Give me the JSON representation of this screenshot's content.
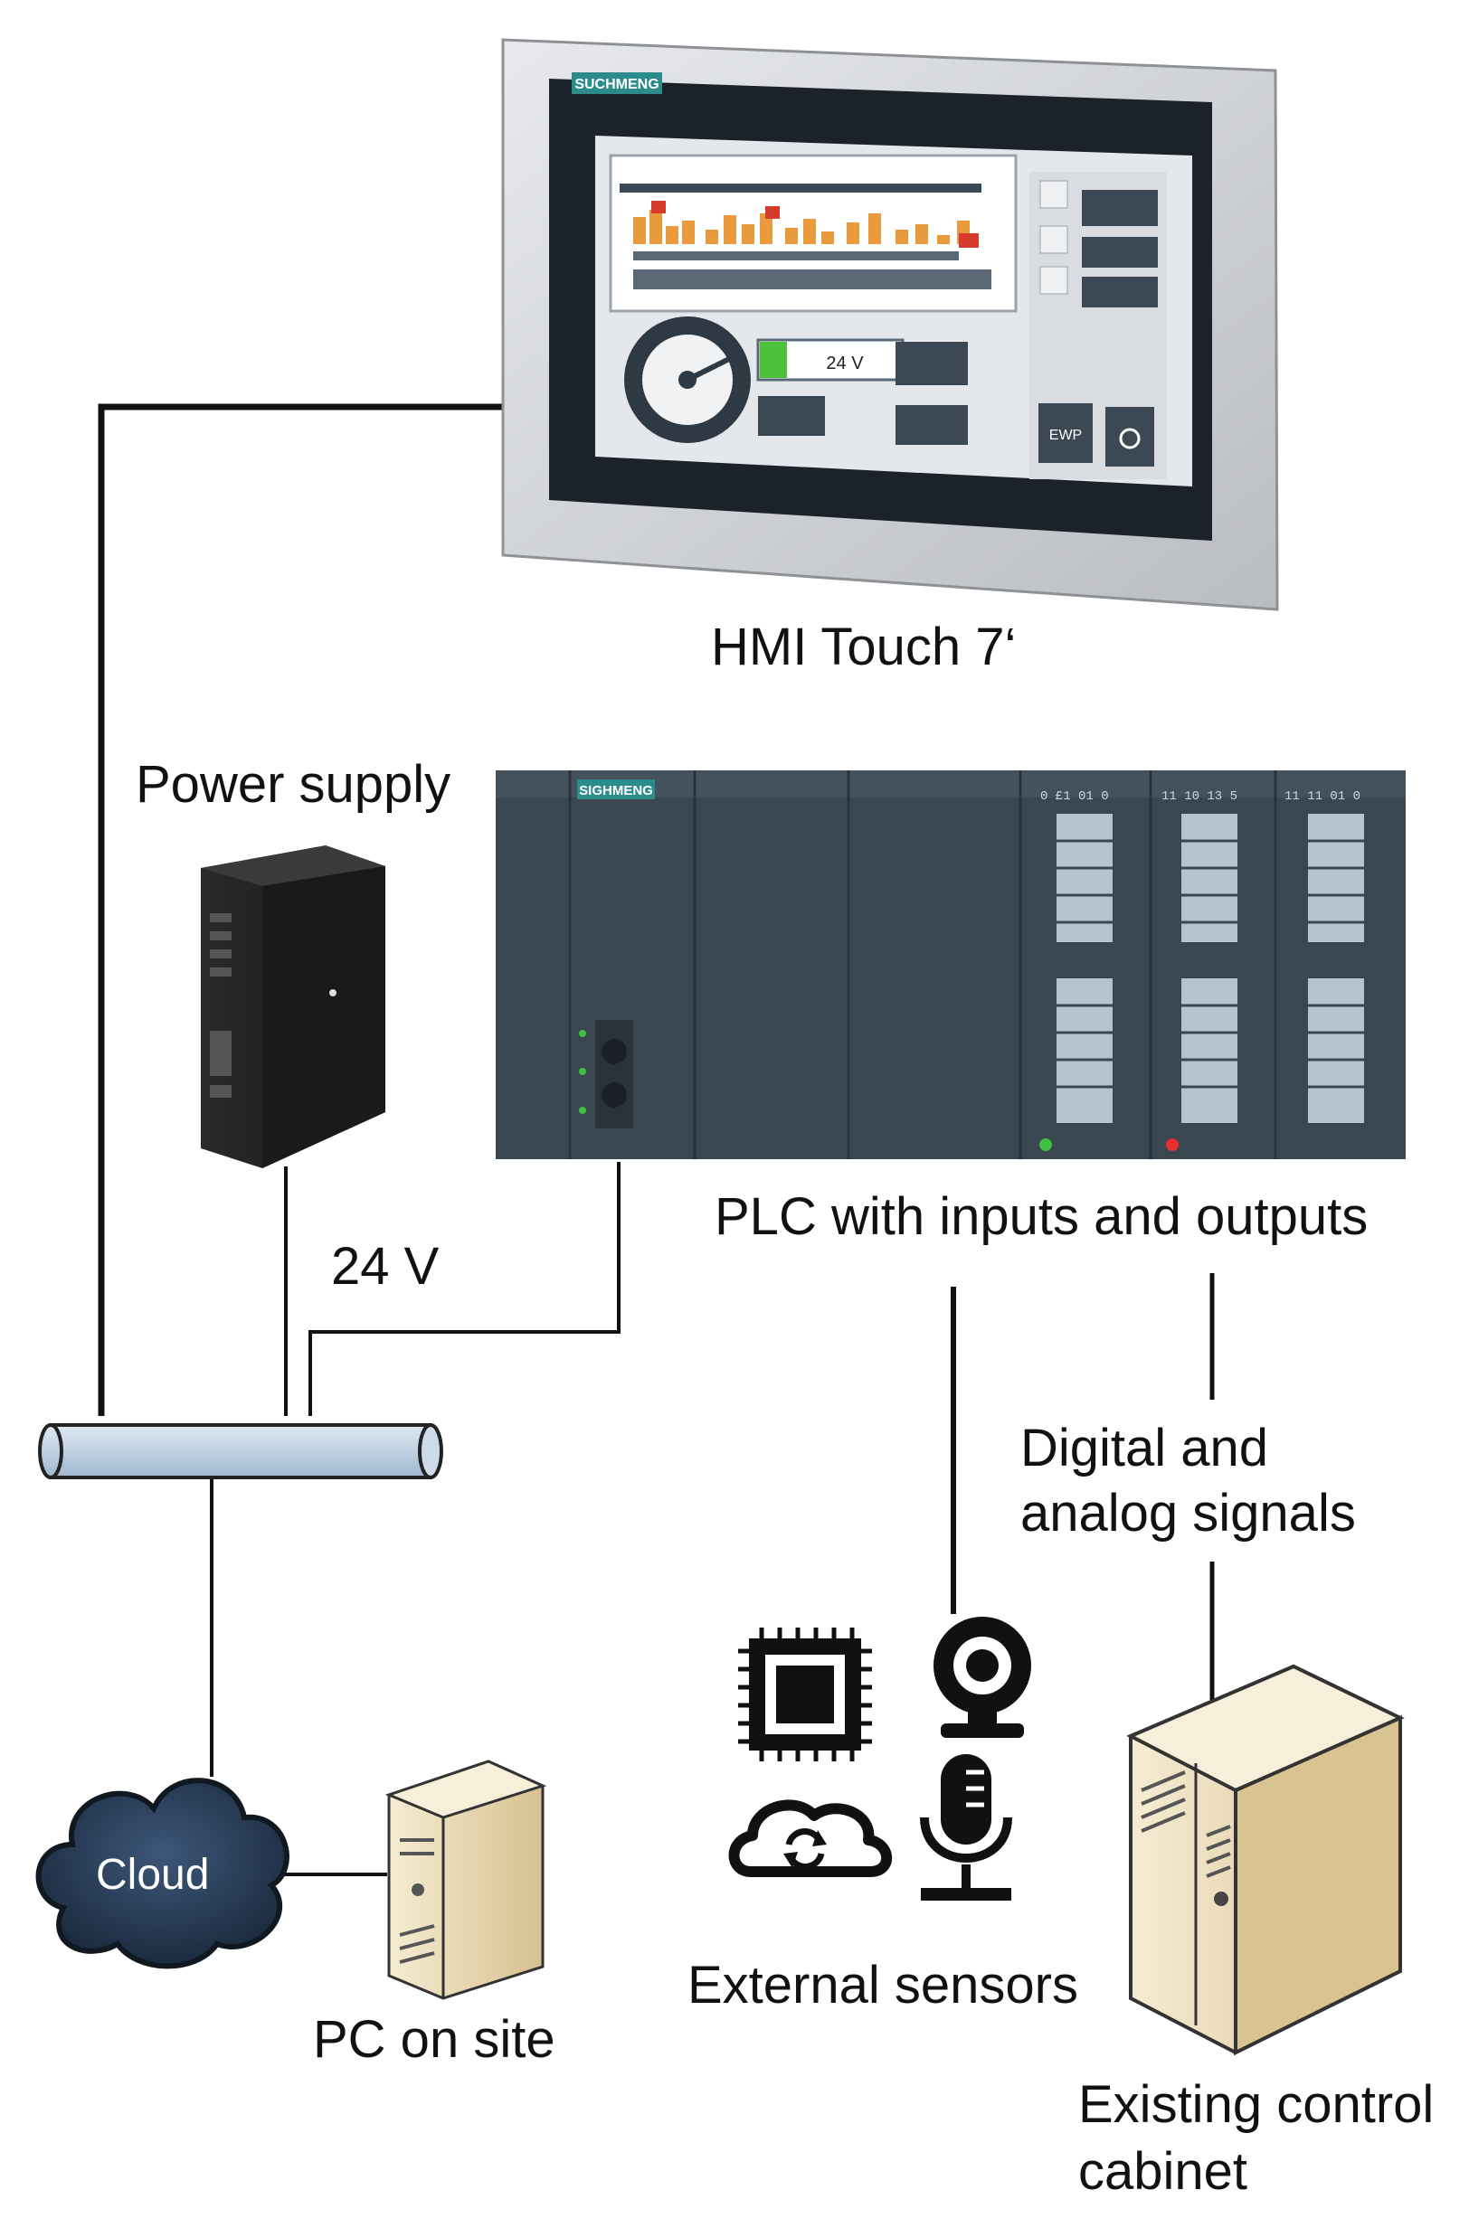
{
  "labels": {
    "hmi": "HMI Touch 7‘",
    "power_supply": "Power supply",
    "voltage": "24 V",
    "plc": "PLC with inputs and outputs",
    "signals_line1": "Digital and",
    "signals_line2": "analog signals",
    "cloud": "Cloud",
    "pc": "PC on site",
    "sensors": "External sensors",
    "cabinet_line1": "Existing control",
    "cabinet_line2": "cabinet"
  },
  "devices": {
    "hmi_brand": "SUCHMENG",
    "plc_brand": "SIGHMENG",
    "hmi_screen_voltage": "24 V",
    "hmi_screen_button": "EWP",
    "plc_module_headers": [
      "0  £1  01  0",
      "11  10  13  5",
      "11  11  01  0"
    ]
  },
  "colors": {
    "hmi_bezel": "#c9ccd1",
    "hmi_screen_frame": "#1c2229",
    "plc_body": "#3a4650",
    "bus_fill": "#b9cde2",
    "cloud_fill": "#2a3d58",
    "status_green": "#3fbf3f",
    "status_red": "#e53030",
    "server_beige": "#e8d9b4"
  }
}
